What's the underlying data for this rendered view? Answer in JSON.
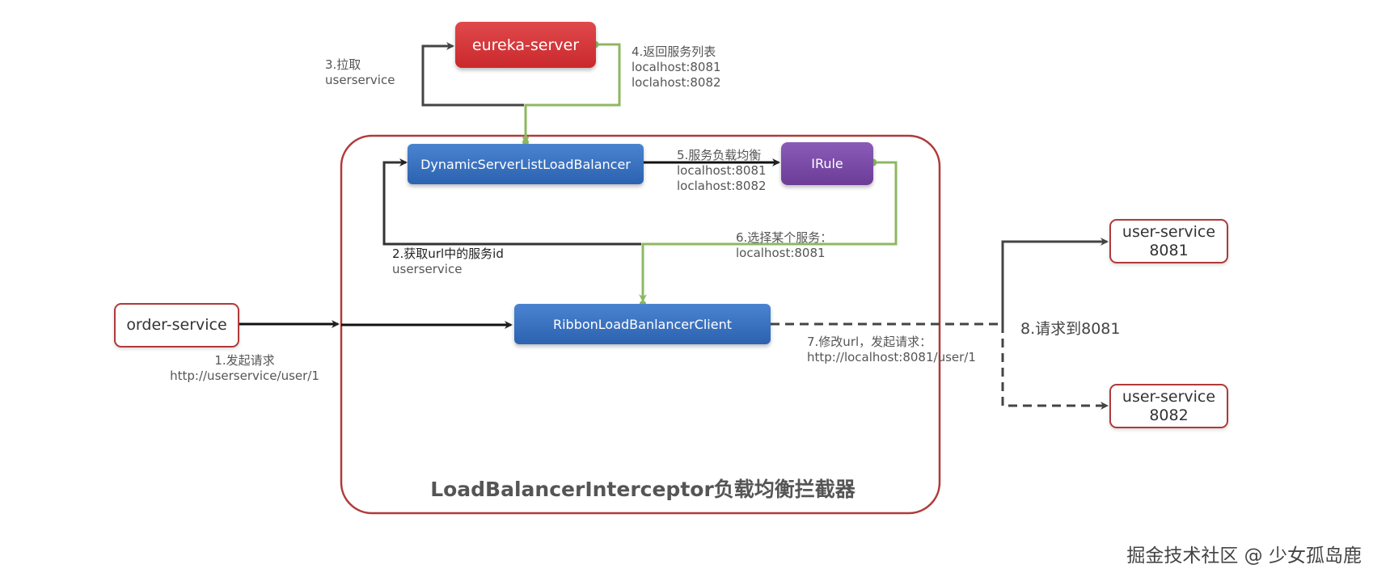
{
  "container": {
    "title": "LoadBalancerInterceptor负载均衡拦截器"
  },
  "nodes": {
    "eureka_server": "eureka-server",
    "dynamic_lb": "DynamicServerListLoadBalancer",
    "irule": "IRule",
    "ribbon_client": "RibbonLoadBanlancerClient",
    "order_service": "order-service",
    "user_service_8081": {
      "line1": "user-service",
      "line2": "8081"
    },
    "user_service_8082": {
      "line1": "user-service",
      "line2": "8082"
    }
  },
  "labels": {
    "step1": {
      "line1": "1.发起请求",
      "line2": "http://userservice/user/1"
    },
    "step2": {
      "line1": "2.获取url中的服务id",
      "line2": "userservice"
    },
    "step3": {
      "line1": "3.拉取",
      "line2": "userservice"
    },
    "step4": {
      "line1": "4.返回服务列表",
      "line2": "localhost:8081",
      "line3": "loclahost:8082"
    },
    "step5": {
      "line1": "5.服务负载均衡",
      "line2": "localhost:8081",
      "line3": "loclahost:8082"
    },
    "step6": {
      "line1": "6.选择某个服务：",
      "line2": "localhost:8081"
    },
    "step7": {
      "line1": "7.修改url，发起请求：",
      "line2": "http://localhost:8081/user/1"
    },
    "step8": "8.请求到8081"
  },
  "watermark": "掘金技术社区 @ 少女孤岛鹿",
  "colors": {
    "red_node": "#d13a3d",
    "blue_node": "#3a72c0",
    "purple_node": "#7a4ca8",
    "outline_border": "#b03a3a",
    "green_arrow": "#8db862",
    "dark_arrow": "#333333"
  }
}
